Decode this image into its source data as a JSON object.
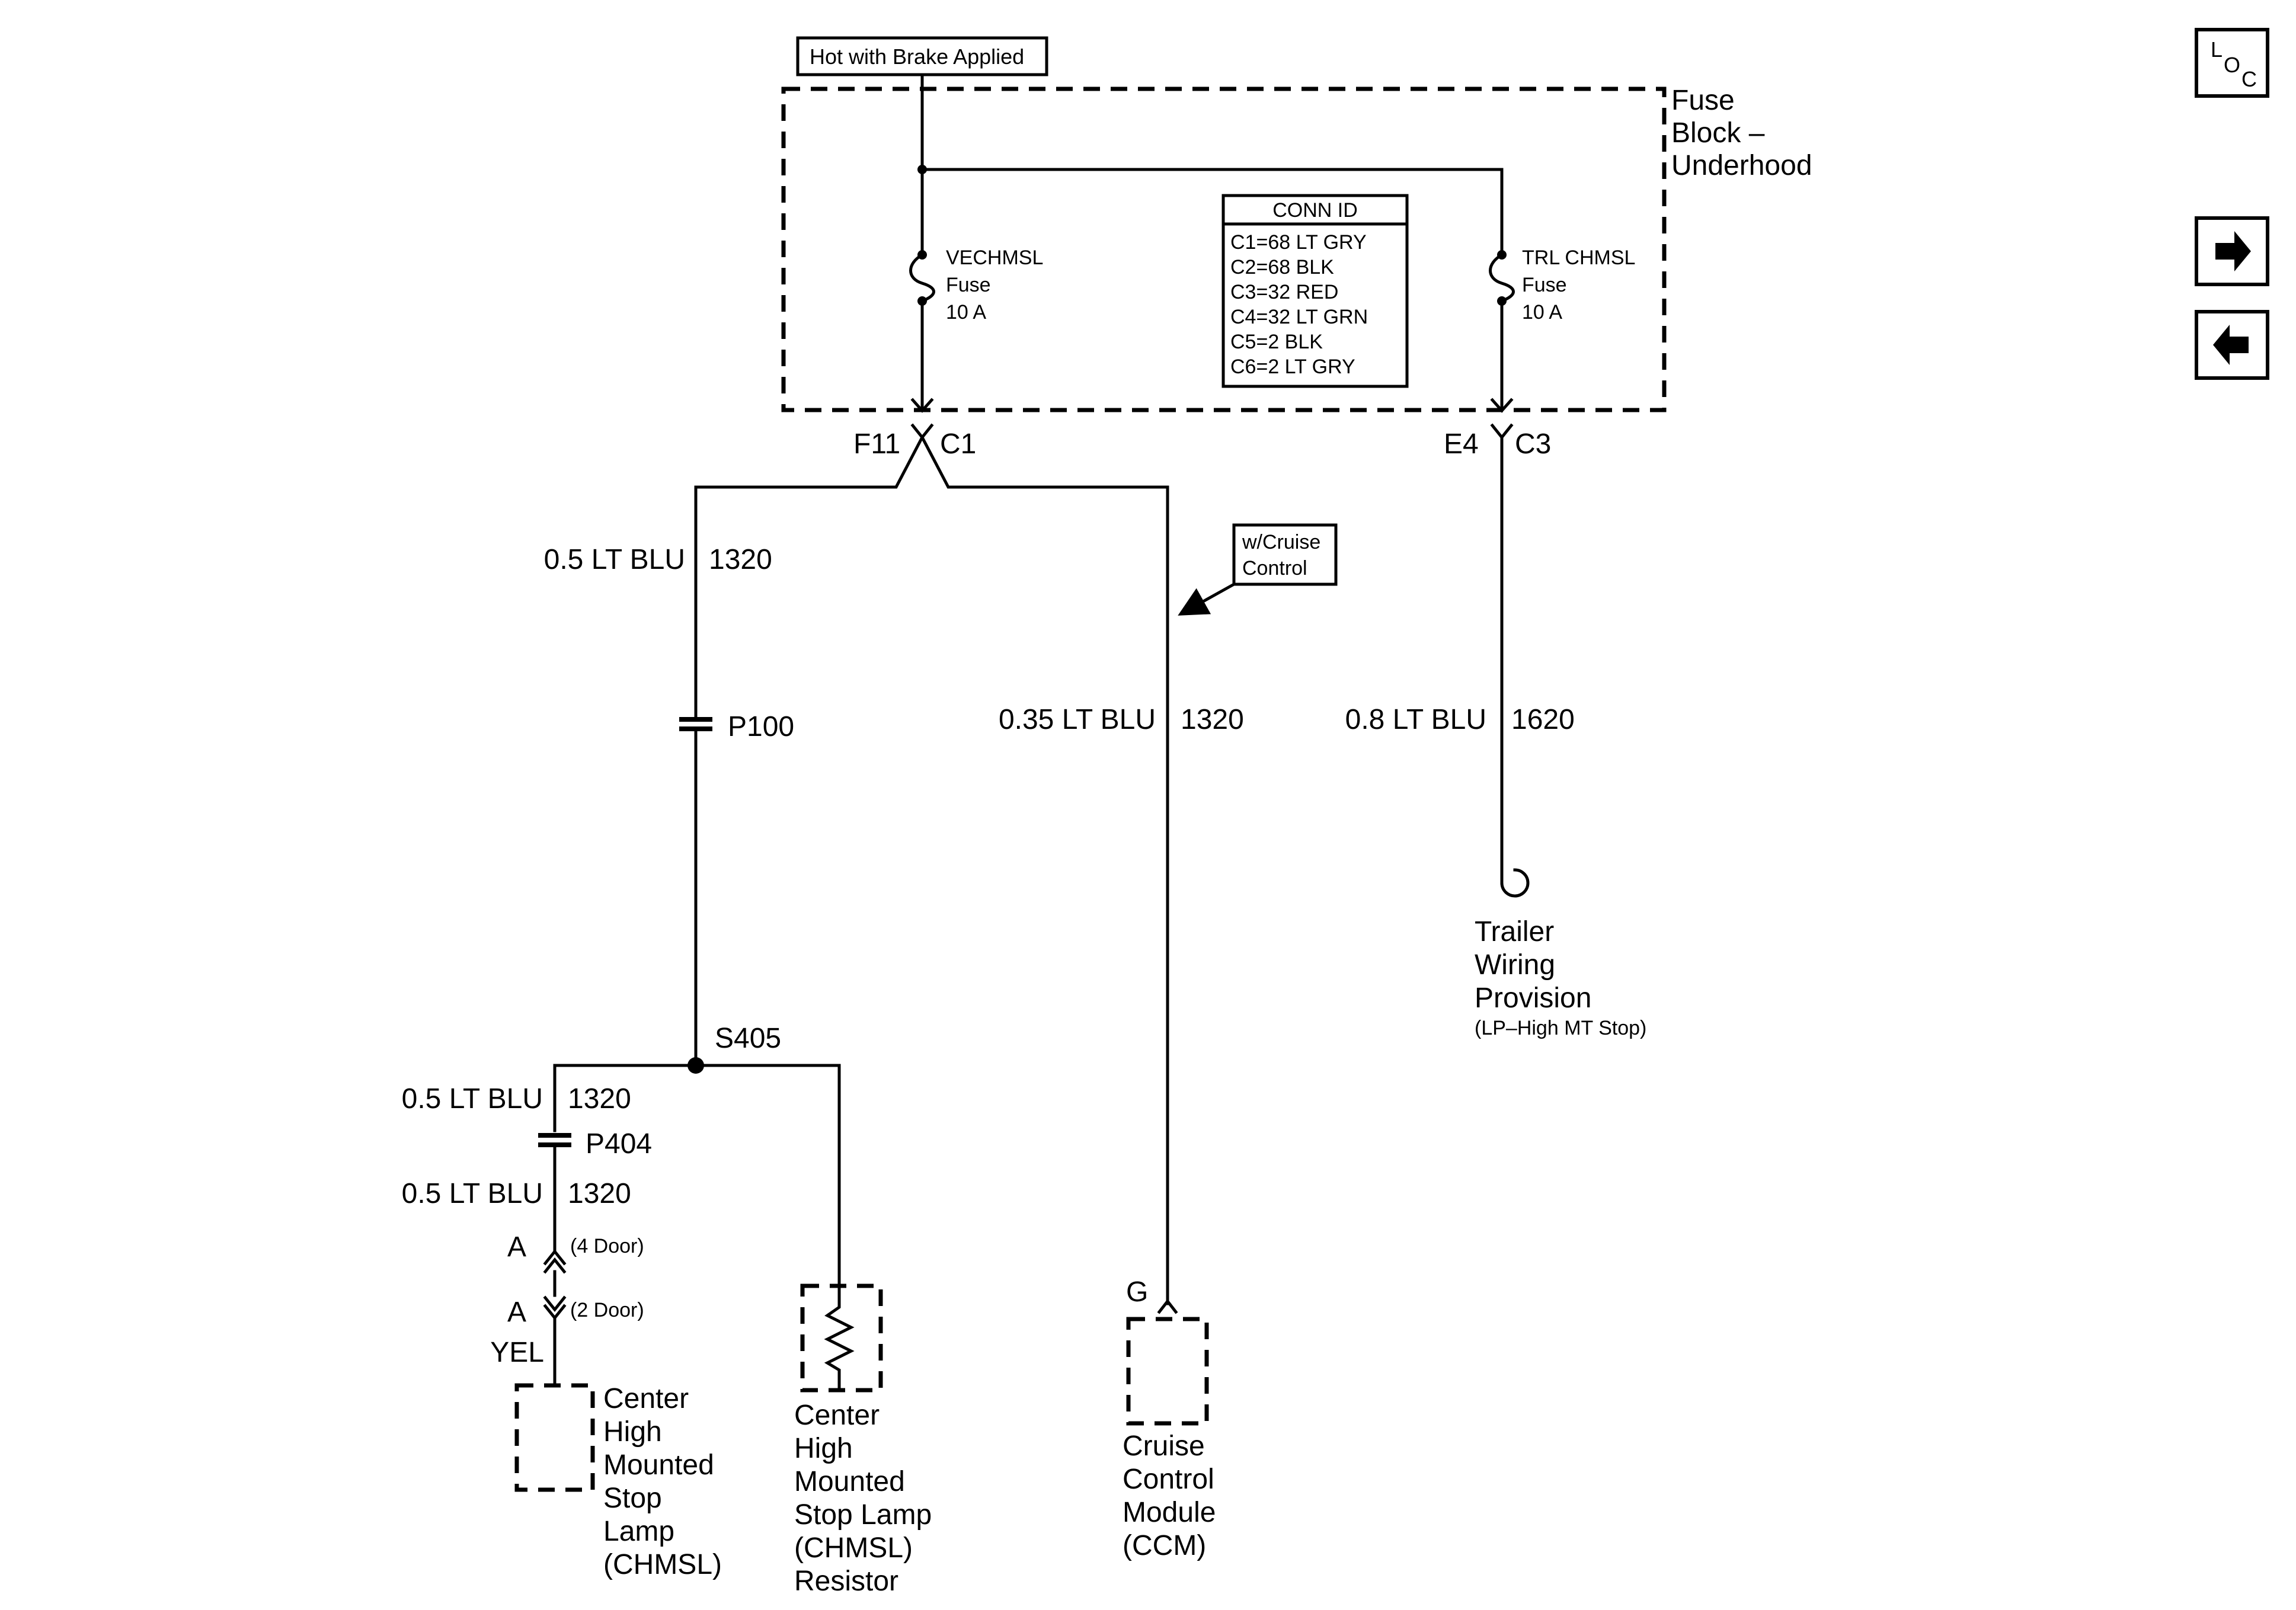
{
  "header": {
    "hot_label": "Hot with Brake Applied",
    "fuse_block": [
      "Fuse",
      "Block –",
      "Underhood"
    ]
  },
  "nav": {
    "loc_label": "LOC",
    "next_icon": "right-arrow-icon",
    "prev_icon": "left-arrow-icon"
  },
  "fuses": {
    "left": [
      "VECHMSL",
      "Fuse",
      "10 A"
    ],
    "right": [
      "TRL CHMSL",
      "Fuse",
      "10 A"
    ]
  },
  "conn_id": {
    "title": "CONN ID",
    "rows": [
      "C1=68 LT GRY",
      "C2=68 BLK",
      "C3=32 RED",
      "C4=32 LT GRN",
      "C5=2 BLK",
      "C6=2 LT GRY"
    ]
  },
  "connectors": {
    "f11": "F11",
    "c1": "C1",
    "e4": "E4",
    "c3": "C3",
    "p100": "P100",
    "p404": "P404",
    "s405": "S405",
    "a_upper": "A",
    "a_lower": "A",
    "four_door": "(4 Door)",
    "two_door": "(2 Door)",
    "yel": "YEL",
    "g": "G"
  },
  "wires": {
    "left_upper": {
      "gauge": "0.5 LT BLU",
      "circuit": "1320"
    },
    "middle": {
      "gauge": "0.35 LT BLU",
      "circuit": "1320"
    },
    "right": {
      "gauge": "0.8 LT BLU",
      "circuit": "1620"
    },
    "branch_a": {
      "gauge": "0.5 LT BLU",
      "circuit": "1320"
    },
    "branch_b": {
      "gauge": "0.5 LT BLU",
      "circuit": "1320"
    }
  },
  "options": {
    "cruise": [
      "w/Cruise",
      "Control"
    ]
  },
  "components": {
    "trailer": [
      "Trailer",
      "Wiring",
      "Provision"
    ],
    "trailer_note": "(LP–High MT Stop)",
    "chmsl": [
      "Center",
      "High",
      "Mounted",
      "Stop",
      "Lamp",
      "(CHMSL)"
    ],
    "resistor": [
      "Center",
      "High",
      "Mounted",
      "Stop Lamp",
      "(CHMSL)",
      "Resistor"
    ],
    "ccm": [
      "Cruise",
      "Control",
      "Module",
      "(CCM)"
    ]
  }
}
